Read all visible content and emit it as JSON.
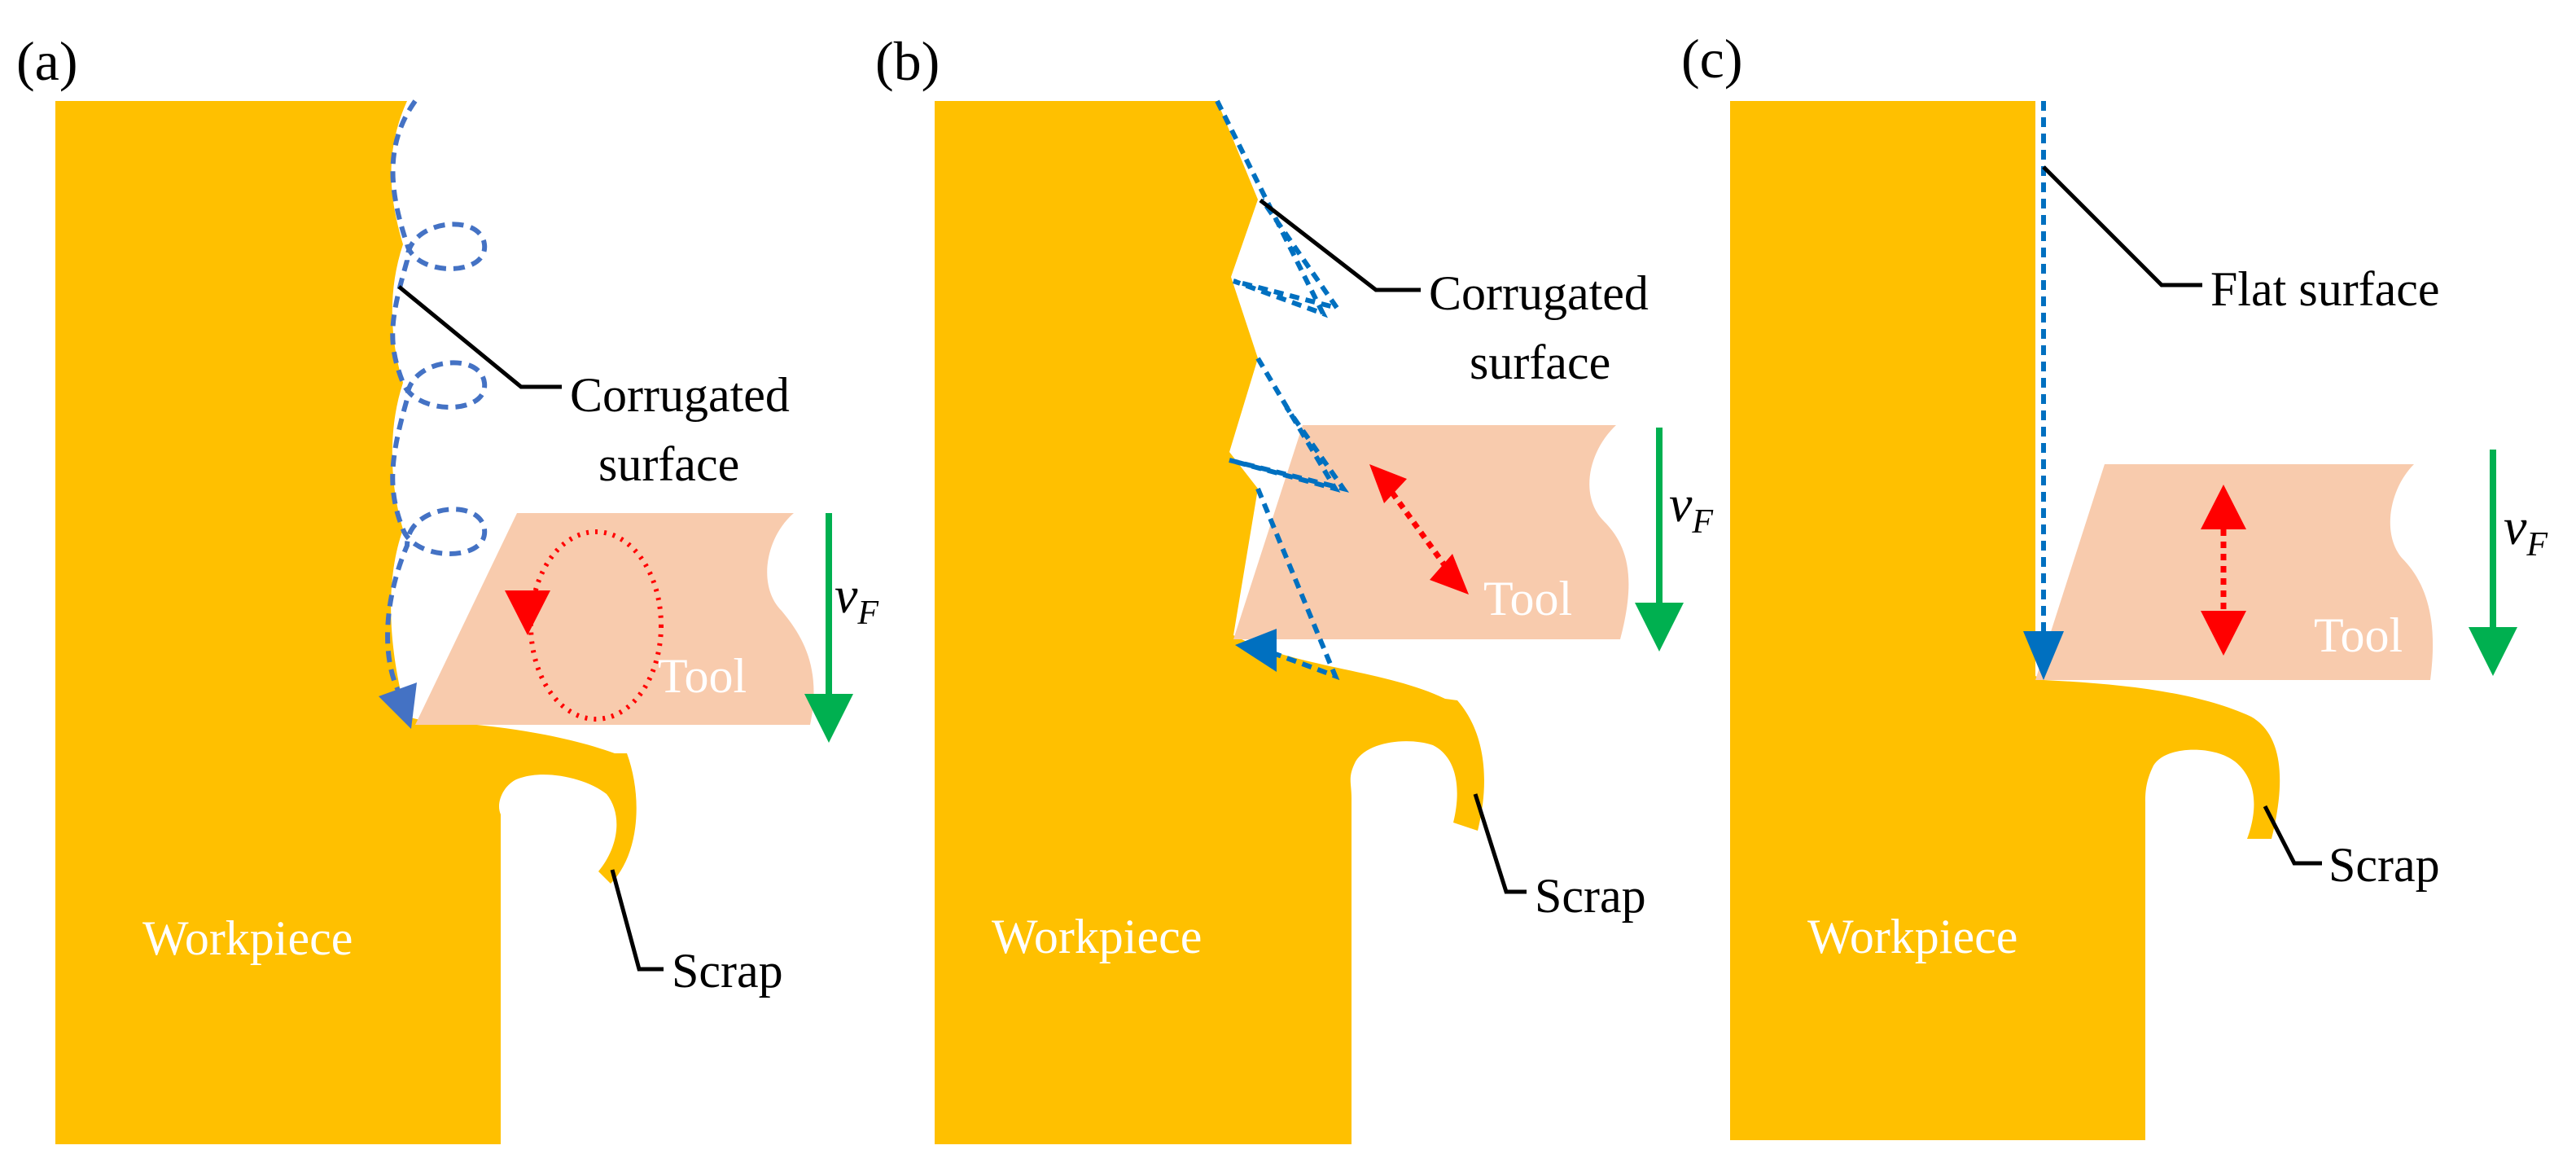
{
  "colors": {
    "workpiece": "#FFC000",
    "tool": "#F8CBAD",
    "blue": "#4472C4",
    "blue_dark": "#0070C0",
    "red": "#FF0000",
    "green": "#00B050",
    "leader": "#000000"
  },
  "panels": [
    {
      "tag": "(a)",
      "workpiece_label": "Workpiece",
      "tool_label": "Tool",
      "surface_label_line1": "Corrugated",
      "surface_label_line2": "surface",
      "scrap_label": "Scrap",
      "feed_symbol": "v",
      "feed_subscript": "F"
    },
    {
      "tag": "(b)",
      "workpiece_label": "Workpiece",
      "tool_label": "Tool",
      "surface_label_line1": "Corrugated",
      "surface_label_line2": "surface",
      "scrap_label": "Scrap",
      "feed_symbol": "v",
      "feed_subscript": "F"
    },
    {
      "tag": "(c)",
      "workpiece_label": "Workpiece",
      "tool_label": "Tool",
      "surface_label_line1": "Flat surface",
      "scrap_label": "Scrap",
      "feed_symbol": "v",
      "feed_subscript": "F"
    }
  ]
}
